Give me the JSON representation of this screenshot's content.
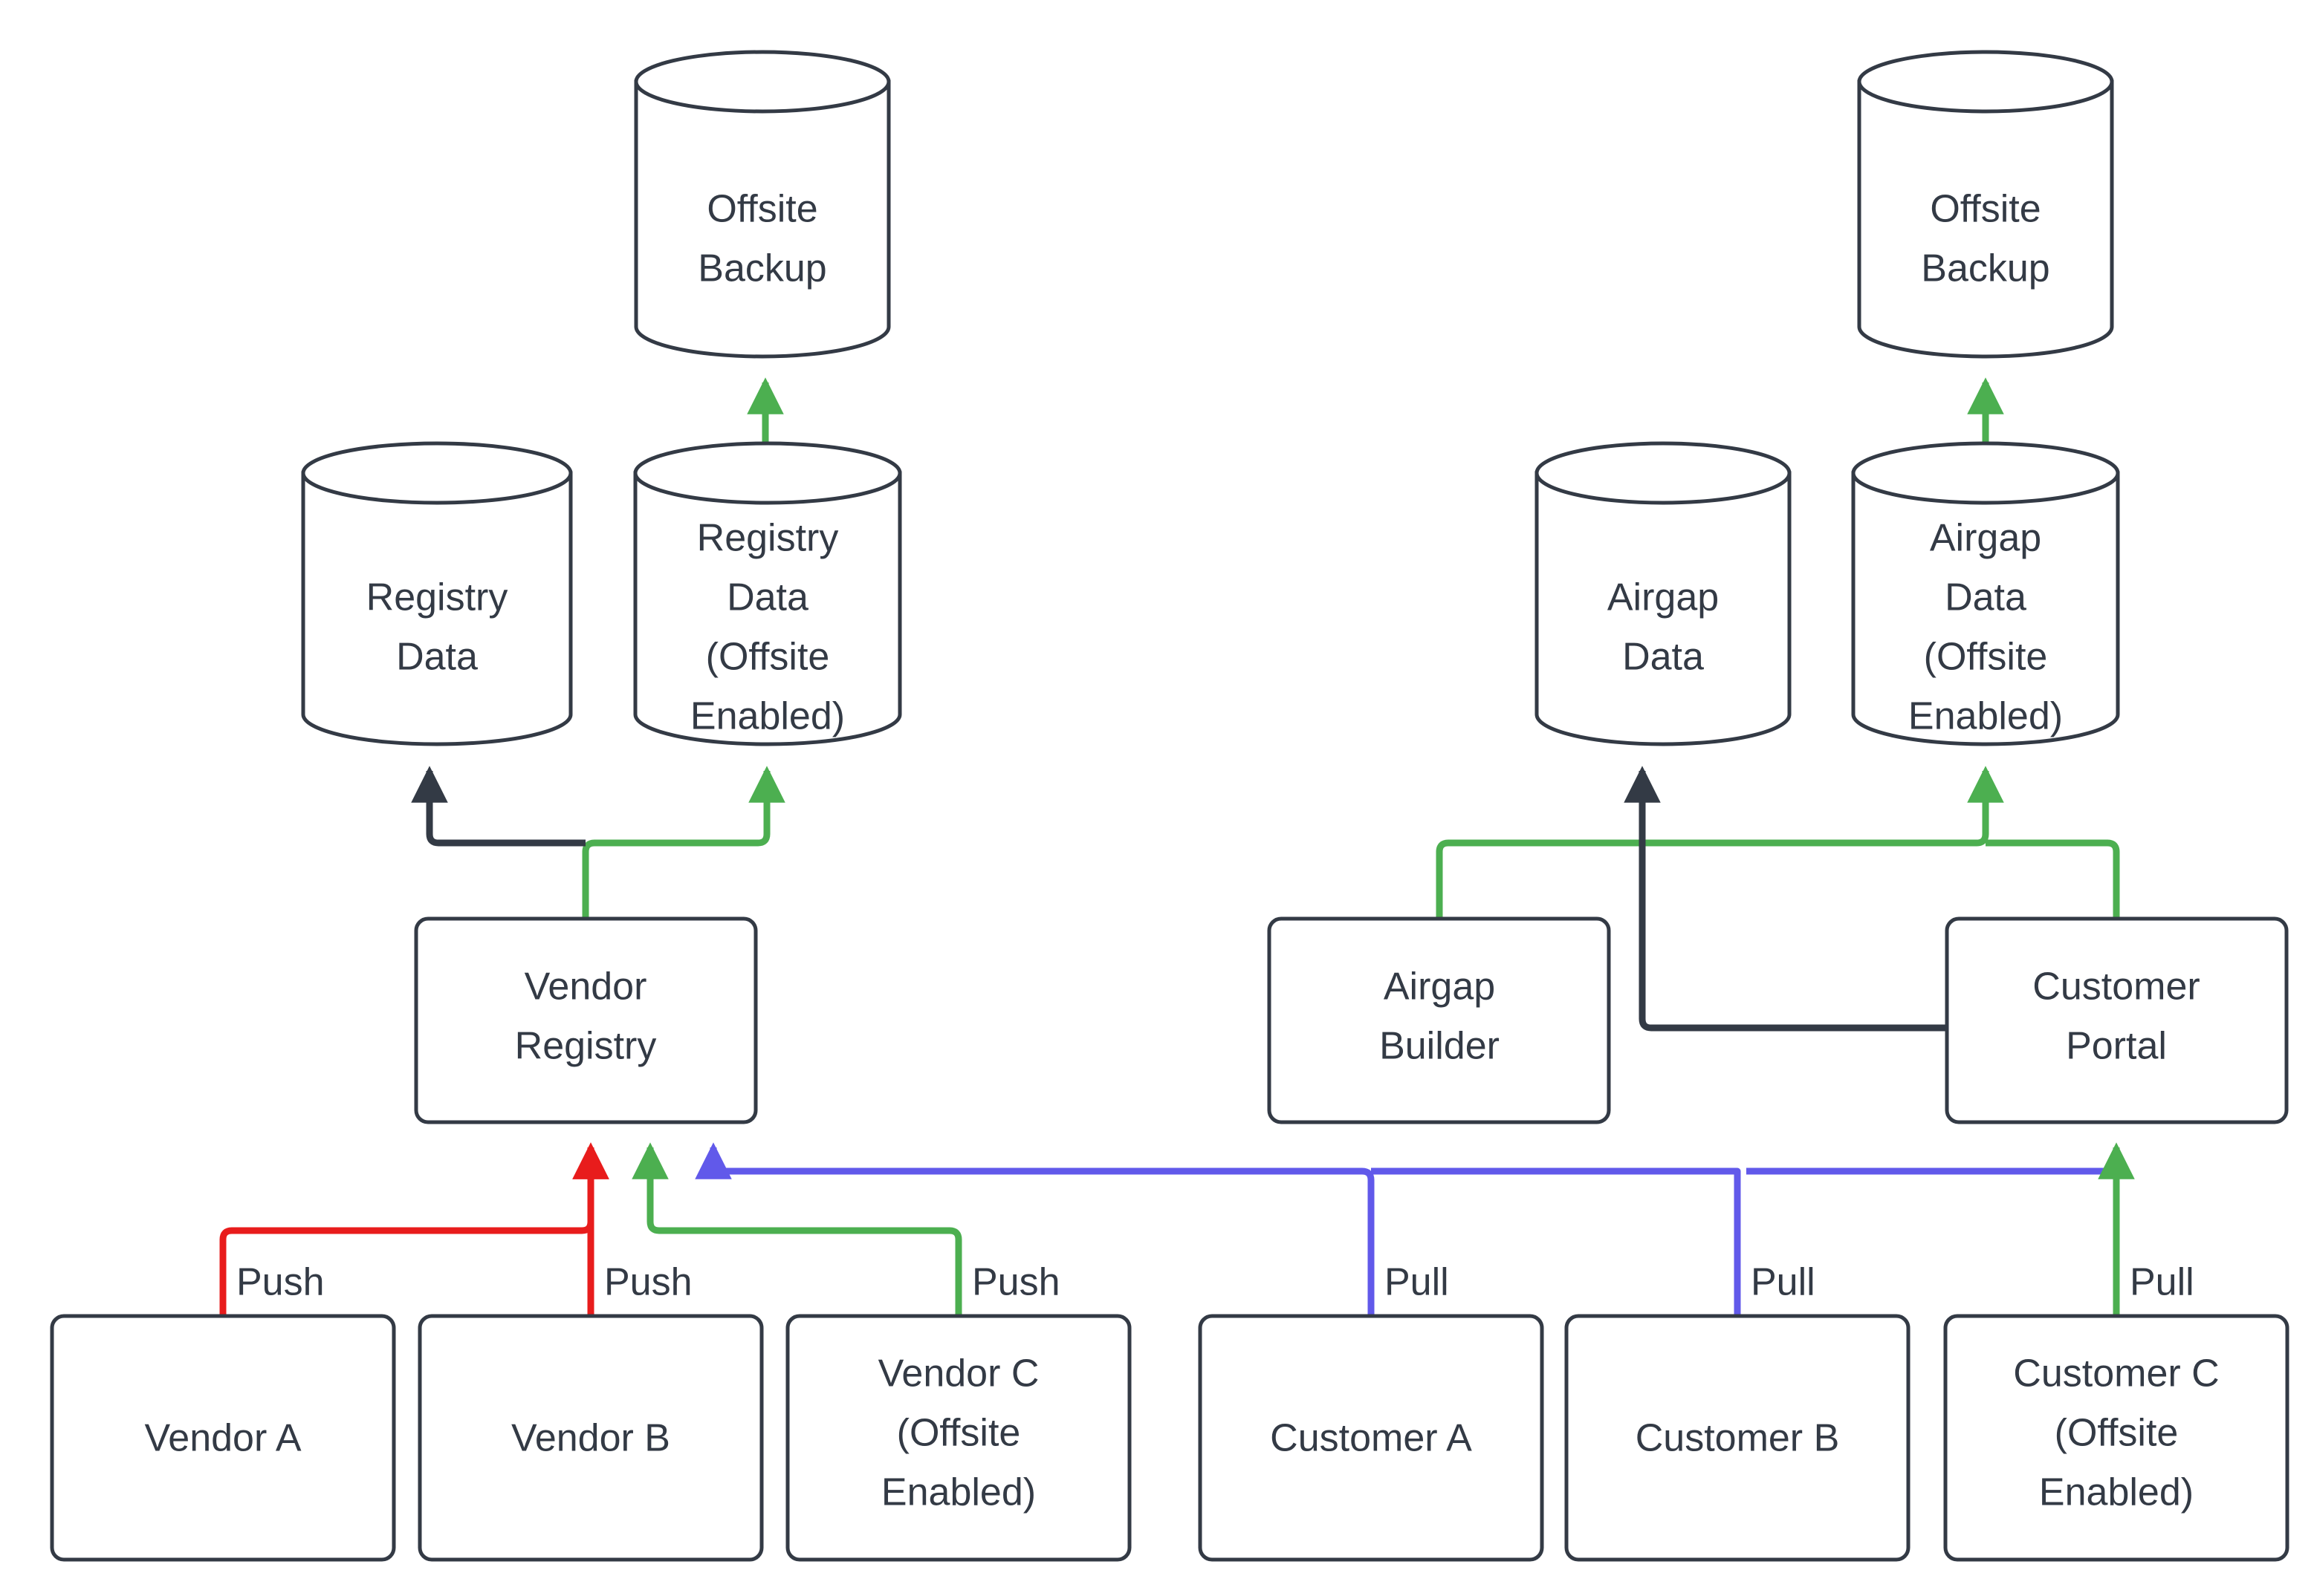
{
  "diagram": {
    "type": "flowchart",
    "background": "#ffffff",
    "palette": {
      "node_stroke": "#333a45",
      "node_fill": "#ffffff",
      "text": "#333a45",
      "edge_dark": "#333a45",
      "edge_green": "#4caf50",
      "edge_red": "#e81c1c",
      "edge_blue": "#6159ea"
    },
    "nodes": {
      "offsite_backup_left": {
        "label": "Offsite\nBackup",
        "line1": "Offsite",
        "line2": "Backup",
        "shape": "cylinder"
      },
      "offsite_backup_right": {
        "label": "Offsite\nBackup",
        "line1": "Offsite",
        "line2": "Backup",
        "shape": "cylinder"
      },
      "registry_data": {
        "label": "Registry\nData",
        "line1": "Registry",
        "line2": "Data",
        "shape": "cylinder"
      },
      "registry_data_offsite": {
        "label": "Registry\nData\n(Offsite\nEnabled)",
        "line1": "Registry",
        "line2": "Data",
        "line3": "(Offsite",
        "line4": "Enabled)",
        "shape": "cylinder"
      },
      "airgap_data": {
        "label": "Airgap\nData",
        "line1": "Airgap",
        "line2": "Data",
        "shape": "cylinder"
      },
      "airgap_data_offsite": {
        "label": "Airgap\nData\n(Offsite\nEnabled)",
        "line1": "Airgap",
        "line2": "Data",
        "line3": "(Offsite",
        "line4": "Enabled)",
        "shape": "cylinder"
      },
      "vendor_registry": {
        "label": "Vendor\nRegistry",
        "line1": "Vendor",
        "line2": "Registry",
        "shape": "rounded-rect"
      },
      "airgap_builder": {
        "label": "Airgap\nBuilder",
        "line1": "Airgap",
        "line2": "Builder",
        "shape": "rounded-rect"
      },
      "customer_portal": {
        "label": "Customer\nPortal",
        "line1": "Customer",
        "line2": "Portal",
        "shape": "rounded-rect"
      },
      "vendor_a": {
        "label": "Vendor A",
        "line1": "Vendor A",
        "shape": "rounded-rect"
      },
      "vendor_b": {
        "label": "Vendor B",
        "line1": "Vendor B",
        "shape": "rounded-rect"
      },
      "vendor_c": {
        "label": "Vendor C\n(Offsite\nEnabled)",
        "line1": "Vendor C",
        "line2": "(Offsite",
        "line3": "Enabled)",
        "shape": "rounded-rect"
      },
      "customer_a": {
        "label": "Customer A",
        "line1": "Customer A",
        "shape": "rounded-rect"
      },
      "customer_b": {
        "label": "Customer B",
        "line1": "Customer B",
        "shape": "rounded-rect"
      },
      "customer_c": {
        "label": "Customer C\n(Offsite\nEnabled)",
        "line1": "Customer C",
        "line2": "(Offsite",
        "line3": "Enabled)",
        "shape": "rounded-rect"
      }
    },
    "edge_labels": {
      "vendor_a_push": "Push",
      "vendor_b_push": "Push",
      "vendor_c_push": "Push",
      "customer_a_pull": "Pull",
      "customer_b_pull": "Pull",
      "customer_c_pull": "Pull"
    },
    "edges": [
      {
        "from": "registry_data_offsite",
        "to": "offsite_backup_left",
        "color": "#4caf50",
        "label": ""
      },
      {
        "from": "airgap_data_offsite",
        "to": "offsite_backup_right",
        "color": "#4caf50",
        "label": ""
      },
      {
        "from": "vendor_registry",
        "to": "registry_data",
        "color": "#333a45",
        "label": ""
      },
      {
        "from": "vendor_registry",
        "to": "registry_data_offsite",
        "color": "#4caf50",
        "label": ""
      },
      {
        "from": "customer_portal",
        "to": "airgap_data",
        "color": "#333a45",
        "label": ""
      },
      {
        "from": "airgap_builder",
        "to": "airgap_data_offsite",
        "color": "#4caf50",
        "label": ""
      },
      {
        "from": "customer_portal",
        "to": "airgap_data_offsite",
        "color": "#4caf50",
        "label": ""
      },
      {
        "from": "vendor_a",
        "to": "vendor_registry",
        "color": "#e81c1c",
        "label": "Push"
      },
      {
        "from": "vendor_b",
        "to": "vendor_registry",
        "color": "#e81c1c",
        "label": "Push"
      },
      {
        "from": "vendor_c",
        "to": "vendor_registry",
        "color": "#4caf50",
        "label": "Push"
      },
      {
        "from": "customer_a",
        "to": "vendor_registry",
        "color": "#6159ea",
        "label": "Pull"
      },
      {
        "from": "customer_b",
        "to": "vendor_registry",
        "color": "#6159ea",
        "label": "Pull"
      },
      {
        "from": "customer_c",
        "to": "customer_portal",
        "color": "#4caf50",
        "label": "Pull"
      }
    ]
  }
}
